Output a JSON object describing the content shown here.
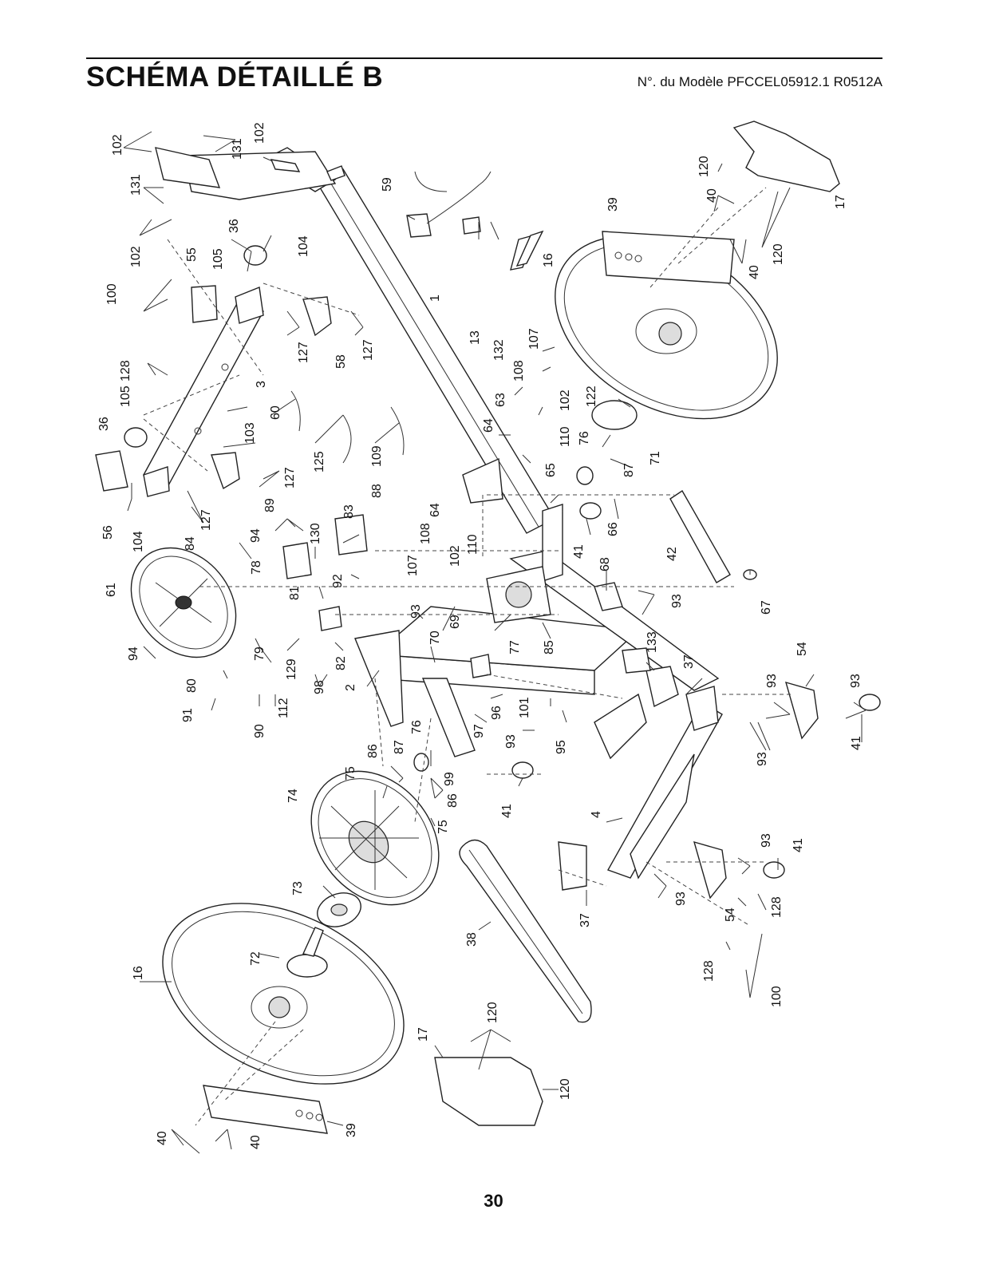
{
  "header": {
    "title": "SCHÉMA DÉTAILLÉ B",
    "model": "N°. du Modèle PFCCEL05912.1 R0512A"
  },
  "footer": {
    "page_number": "30"
  },
  "parts": [
    {
      "id": "p102a",
      "label": "102"
    },
    {
      "id": "p131a",
      "label": "131"
    },
    {
      "id": "p102b",
      "label": "102"
    },
    {
      "id": "p131b",
      "label": "131"
    },
    {
      "id": "p102c",
      "label": "102"
    },
    {
      "id": "p100a",
      "label": "100"
    },
    {
      "id": "p55",
      "label": "55"
    },
    {
      "id": "p105a",
      "label": "105"
    },
    {
      "id": "p36a",
      "label": "36"
    },
    {
      "id": "p104a",
      "label": "104"
    },
    {
      "id": "p128a",
      "label": "128"
    },
    {
      "id": "p127a",
      "label": "127"
    },
    {
      "id": "p58",
      "label": "58"
    },
    {
      "id": "p127b",
      "label": "127"
    },
    {
      "id": "p3",
      "label": "3"
    },
    {
      "id": "p105b",
      "label": "105"
    },
    {
      "id": "p36b",
      "label": "36"
    },
    {
      "id": "p60",
      "label": "60"
    },
    {
      "id": "p103",
      "label": "103"
    },
    {
      "id": "p125",
      "label": "125"
    },
    {
      "id": "p109",
      "label": "109"
    },
    {
      "id": "p56",
      "label": "56"
    },
    {
      "id": "p104b",
      "label": "104"
    },
    {
      "id": "p127c",
      "label": "127"
    },
    {
      "id": "p127d",
      "label": "127"
    },
    {
      "id": "p59",
      "label": "59"
    },
    {
      "id": "p1",
      "label": "1"
    },
    {
      "id": "p13",
      "label": "13"
    },
    {
      "id": "p132",
      "label": "132"
    },
    {
      "id": "p107a",
      "label": "107"
    },
    {
      "id": "p108a",
      "label": "108"
    },
    {
      "id": "p63",
      "label": "63"
    },
    {
      "id": "p102d",
      "label": "102"
    },
    {
      "id": "p64a",
      "label": "64"
    },
    {
      "id": "p110a",
      "label": "110"
    },
    {
      "id": "p65",
      "label": "65"
    },
    {
      "id": "p88",
      "label": "88"
    },
    {
      "id": "p64b",
      "label": "64"
    },
    {
      "id": "p108b",
      "label": "108"
    },
    {
      "id": "p107b",
      "label": "107"
    },
    {
      "id": "p102e",
      "label": "102"
    },
    {
      "id": "p110b",
      "label": "110"
    },
    {
      "id": "p120a",
      "label": "120"
    },
    {
      "id": "p40a",
      "label": "40"
    },
    {
      "id": "p39a",
      "label": "39"
    },
    {
      "id": "p17a",
      "label": "17"
    },
    {
      "id": "p120b",
      "label": "120"
    },
    {
      "id": "p40b",
      "label": "40"
    },
    {
      "id": "p16a",
      "label": "16"
    },
    {
      "id": "p122",
      "label": "122"
    },
    {
      "id": "p76a",
      "label": "76"
    },
    {
      "id": "p71",
      "label": "71"
    },
    {
      "id": "p87a",
      "label": "87"
    },
    {
      "id": "p66",
      "label": "66"
    },
    {
      "id": "p41a",
      "label": "41"
    },
    {
      "id": "p42",
      "label": "42"
    },
    {
      "id": "p68",
      "label": "68"
    },
    {
      "id": "p93a",
      "label": "93"
    },
    {
      "id": "p67",
      "label": "67"
    },
    {
      "id": "p89",
      "label": "89"
    },
    {
      "id": "p94a",
      "label": "94"
    },
    {
      "id": "p84",
      "label": "84"
    },
    {
      "id": "p130",
      "label": "130"
    },
    {
      "id": "p83",
      "label": "83"
    },
    {
      "id": "p78",
      "label": "78"
    },
    {
      "id": "p92",
      "label": "92"
    },
    {
      "id": "p61",
      "label": "61"
    },
    {
      "id": "p81",
      "label": "81"
    },
    {
      "id": "p93b",
      "label": "93"
    },
    {
      "id": "p70",
      "label": "70"
    },
    {
      "id": "p69",
      "label": "69"
    },
    {
      "id": "p77",
      "label": "77"
    },
    {
      "id": "p85",
      "label": "85"
    },
    {
      "id": "p79",
      "label": "79"
    },
    {
      "id": "p129",
      "label": "129"
    },
    {
      "id": "p82",
      "label": "82"
    },
    {
      "id": "p94b",
      "label": "94"
    },
    {
      "id": "p98",
      "label": "98"
    },
    {
      "id": "p2",
      "label": "2"
    },
    {
      "id": "p80",
      "label": "80"
    },
    {
      "id": "p91",
      "label": "91"
    },
    {
      "id": "p90",
      "label": "90"
    },
    {
      "id": "p112",
      "label": "112"
    },
    {
      "id": "p133",
      "label": "133"
    },
    {
      "id": "p37a",
      "label": "37"
    },
    {
      "id": "p54a",
      "label": "54"
    },
    {
      "id": "p93c",
      "label": "93"
    },
    {
      "id": "p93d",
      "label": "93"
    },
    {
      "id": "p96",
      "label": "96"
    },
    {
      "id": "p101",
      "label": "101"
    },
    {
      "id": "p97",
      "label": "97"
    },
    {
      "id": "p93e",
      "label": "93"
    },
    {
      "id": "p95",
      "label": "95"
    },
    {
      "id": "p93f",
      "label": "93"
    },
    {
      "id": "p41b",
      "label": "41"
    },
    {
      "id": "p76b",
      "label": "76"
    },
    {
      "id": "p99",
      "label": "99"
    },
    {
      "id": "p86a",
      "label": "86"
    },
    {
      "id": "p87b",
      "label": "87"
    },
    {
      "id": "p75a",
      "label": "75"
    },
    {
      "id": "p86b",
      "label": "86"
    },
    {
      "id": "p41c",
      "label": "41"
    },
    {
      "id": "p74",
      "label": "74"
    },
    {
      "id": "p75b",
      "label": "75"
    },
    {
      "id": "p4",
      "label": "4"
    },
    {
      "id": "p93g",
      "label": "93"
    },
    {
      "id": "p41d",
      "label": "41"
    },
    {
      "id": "p73",
      "label": "73"
    },
    {
      "id": "p93h",
      "label": "93"
    },
    {
      "id": "p54b",
      "label": "54"
    },
    {
      "id": "p128b",
      "label": "128"
    },
    {
      "id": "p37b",
      "label": "37"
    },
    {
      "id": "p38",
      "label": "38"
    },
    {
      "id": "p16b",
      "label": "16"
    },
    {
      "id": "p72",
      "label": "72"
    },
    {
      "id": "p128c",
      "label": "128"
    },
    {
      "id": "p100b",
      "label": "100"
    },
    {
      "id": "p120c",
      "label": "120"
    },
    {
      "id": "p17b",
      "label": "17"
    },
    {
      "id": "p120d",
      "label": "120"
    },
    {
      "id": "p40c",
      "label": "40"
    },
    {
      "id": "p40d",
      "label": "40"
    },
    {
      "id": "p39b",
      "label": "39"
    }
  ]
}
